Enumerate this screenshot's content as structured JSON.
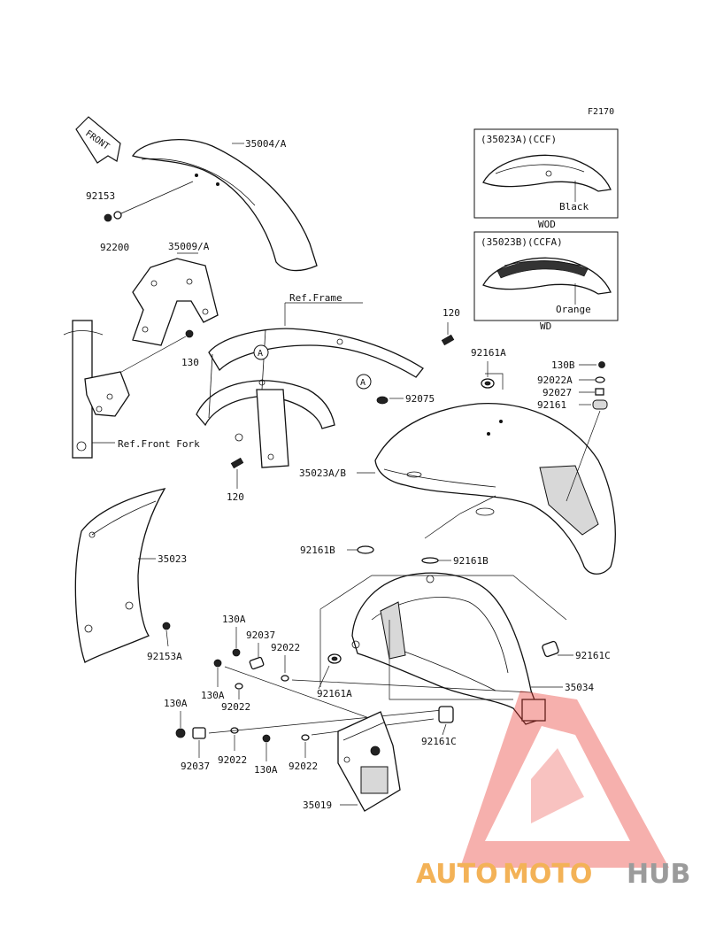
{
  "figure_code": "F2170",
  "front_arrow": "FRONT",
  "callouts": {
    "p35004A": "35004/A",
    "p92153": "92153",
    "p92200": "92200",
    "p35009A": "35009/A",
    "refFrame": "Ref.Frame",
    "p120a": "120",
    "p130": "130",
    "refFrontFork": "Ref.Front Fork",
    "p120b": "120",
    "p92161A_top": "92161A",
    "p92075": "92075",
    "p130B": "130B",
    "p92022A": "92022A",
    "p92027": "92027",
    "p92161": "92161",
    "p35023AB": "35023A/B",
    "p35023": "35023",
    "p92161B_left": "92161B",
    "p92161B_right": "92161B",
    "p92153A": "92153A",
    "p130A_1": "130A",
    "p92037_1": "92037",
    "p92022_1": "92022",
    "p130A_2": "130A",
    "p92022_2": "92022",
    "p92161A_mid": "92161A",
    "p92161C_right": "92161C",
    "p35034": "35034",
    "p130A_3": "130A",
    "p92161C_low": "92161C",
    "p92037_2": "92037",
    "p92022_3": "92022",
    "p130A_4": "130A",
    "p92022_4": "92022",
    "p35019": "35019",
    "circleA1": "A",
    "circleA2": "A"
  },
  "inset_top": {
    "title": "(35023A)(CCF)",
    "color": "Black",
    "model": "WOD"
  },
  "inset_bottom": {
    "title": "(35023B)(CCFA)",
    "color": "Orange",
    "model": "WD"
  },
  "watermark": {
    "part1": "AUTO",
    "part2": "MOTO",
    "part3": "HUB"
  },
  "colors": {
    "line": "#111111",
    "watermark_orange": "#f2a53a",
    "watermark_gray": "#8a8a8a",
    "watermark_red": "#e8332a"
  }
}
